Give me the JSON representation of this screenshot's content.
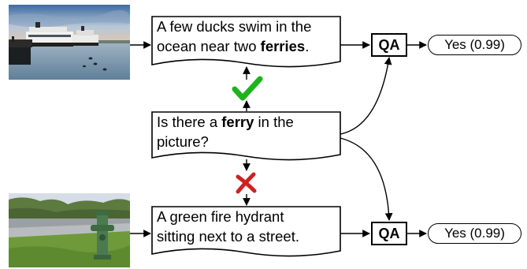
{
  "top_caption": {
    "line1": "A few ducks swim in the",
    "line2_prefix": "ocean near two ",
    "line2_bold": "ferries",
    "line2_suffix": "."
  },
  "question": {
    "line1_prefix": "Is there a ",
    "line1_bold": "ferry",
    "line1_suffix": " in the",
    "line2": "picture?"
  },
  "bottom_caption": {
    "line1": "A green fire hydrant",
    "line2": "sitting next to a street."
  },
  "qa_top": {
    "label": "QA",
    "answer": "Yes (0.99)"
  },
  "qa_bottom": {
    "label": "QA",
    "answer": "Yes (0.99)"
  },
  "colors": {
    "check": "#1db31d",
    "cross": "#cc2222"
  },
  "icons": {
    "match": "checkmark-icon",
    "mismatch": "cross-icon"
  }
}
